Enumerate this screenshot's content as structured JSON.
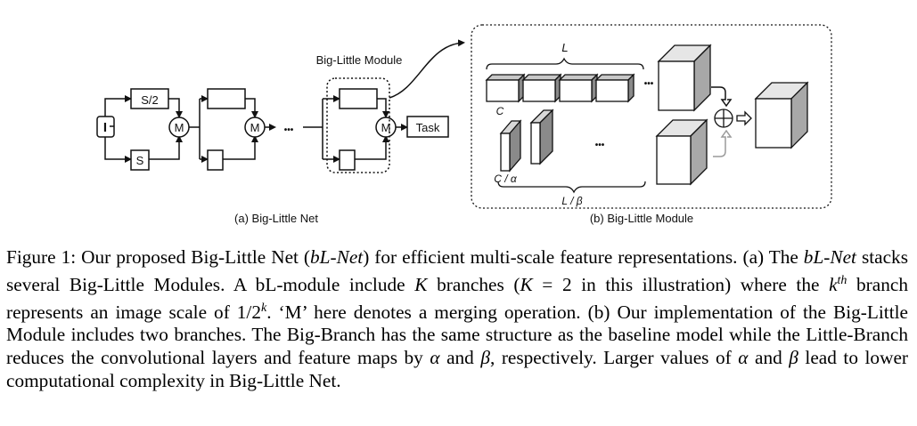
{
  "figure": {
    "panel_a": {
      "caption": "(a) Big-Little Net",
      "input_label": "I",
      "half_scale_label": "S/2",
      "full_scale_label": "S",
      "merge_label": "M",
      "ellipsis": "•••",
      "module_title": "Big-Little Module",
      "task_label": "Task"
    },
    "panel_b": {
      "caption": "(b) Big-Little Module",
      "big_width_label": "L",
      "big_channel_label": "C",
      "little_channel_label": "C / α",
      "little_width_label": "L / β",
      "ellipsis": "•••"
    }
  },
  "caption": {
    "intro": "Figure 1: Our proposed Big-Little Net (",
    "bl_net_1": "bL-Net",
    "part2": ") for efficient multi-scale feature representations. (a) The ",
    "bl_net_2": "bL-Net",
    "part3": " stacks several Big-Little Modules. A bL-module include ",
    "K1": "K",
    "part4": " branches (",
    "K2": "K",
    "part5": " = 2 in this illustration) where the ",
    "kth": "k",
    "kth_sup": "th",
    "part6": " branch represents an image scale of 1/2",
    "scale_sup": "k",
    "part7": ". ‘M’ here denotes a merging operation. (b) Our implementation of the Big-Little Module includes two branches. The Big-Branch has the same structure as the baseline model while the Little-Branch reduces the convolutional layers and feature maps by ",
    "alpha1": "α",
    "part8": " and ",
    "beta1": "β",
    "part9": ", respectively. Larger values of ",
    "alpha2": "α",
    "part10": " and ",
    "beta2": "β",
    "part11": " lead to lower computational complexity in Big-Little Net."
  }
}
